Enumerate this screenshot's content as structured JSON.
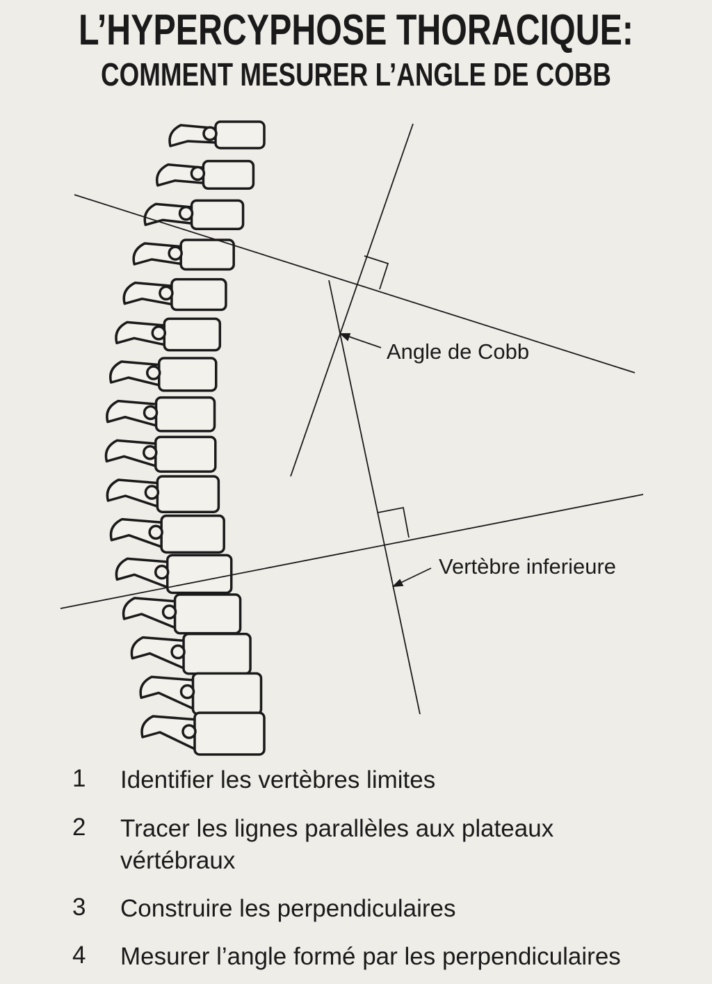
{
  "title": {
    "line1": "L’HYPERCYPHOSE THORACIQUE:",
    "line2": "COMMENT MESURER L’ANGLE DE COBB"
  },
  "labels": {
    "cobb_angle": "Angle de Cobb",
    "lower_vertebra": "Vertèbre inferieure"
  },
  "steps": [
    {
      "num": "1",
      "text": "Identifier les vertèbres limites"
    },
    {
      "num": "2",
      "text": "Tracer les lignes parallèles aux plateaux vértébraux"
    },
    {
      "num": "3",
      "text": "Construire les perpendiculaires"
    },
    {
      "num": "4",
      "text": "Mesurer l’angle formé par les perpendiculaires"
    }
  ]
}
